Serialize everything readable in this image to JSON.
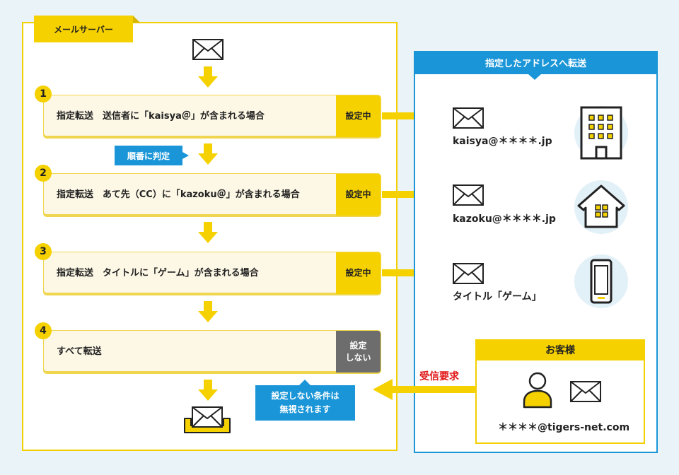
{
  "mail_server": {
    "title": "メールサーバー",
    "order_callout": "順番に判定",
    "rules": [
      {
        "number": "1",
        "text": "指定転送　送信者に「kaisya＠」が含まれる場合",
        "status": "設定中"
      },
      {
        "number": "2",
        "text": "指定転送　あて先（CC）に「kazoku＠」が含まれる場合",
        "status": "設定中"
      },
      {
        "number": "3",
        "text": "指定転送　タイトルに「ゲーム」が含まれる場合",
        "status": "設定中"
      },
      {
        "number": "4",
        "text": "すべて転送",
        "status_line1": "設定",
        "status_line2": "しない"
      }
    ],
    "unset_callout_line1": "設定しない条件は",
    "unset_callout_line2": "無視されます"
  },
  "forwarding": {
    "title": "指定したアドレスへ転送",
    "destinations": [
      {
        "label": "kaisya@＊＊＊＊.jp",
        "icon": "office-building-icon"
      },
      {
        "label": "kazoku@＊＊＊＊.jp",
        "icon": "house-icon"
      },
      {
        "label": "タイトル「ゲーム」",
        "icon": "smartphone-icon"
      }
    ]
  },
  "customer": {
    "title": "お客様",
    "email": "＊＊＊＊@tigers-net.com",
    "receive_label": "受信要求"
  },
  "colors": {
    "yellow": "#f5d100",
    "blue": "#1a96d8",
    "red": "#e11414",
    "gray": "#6d6d6d",
    "background": "#eaf3f7"
  }
}
